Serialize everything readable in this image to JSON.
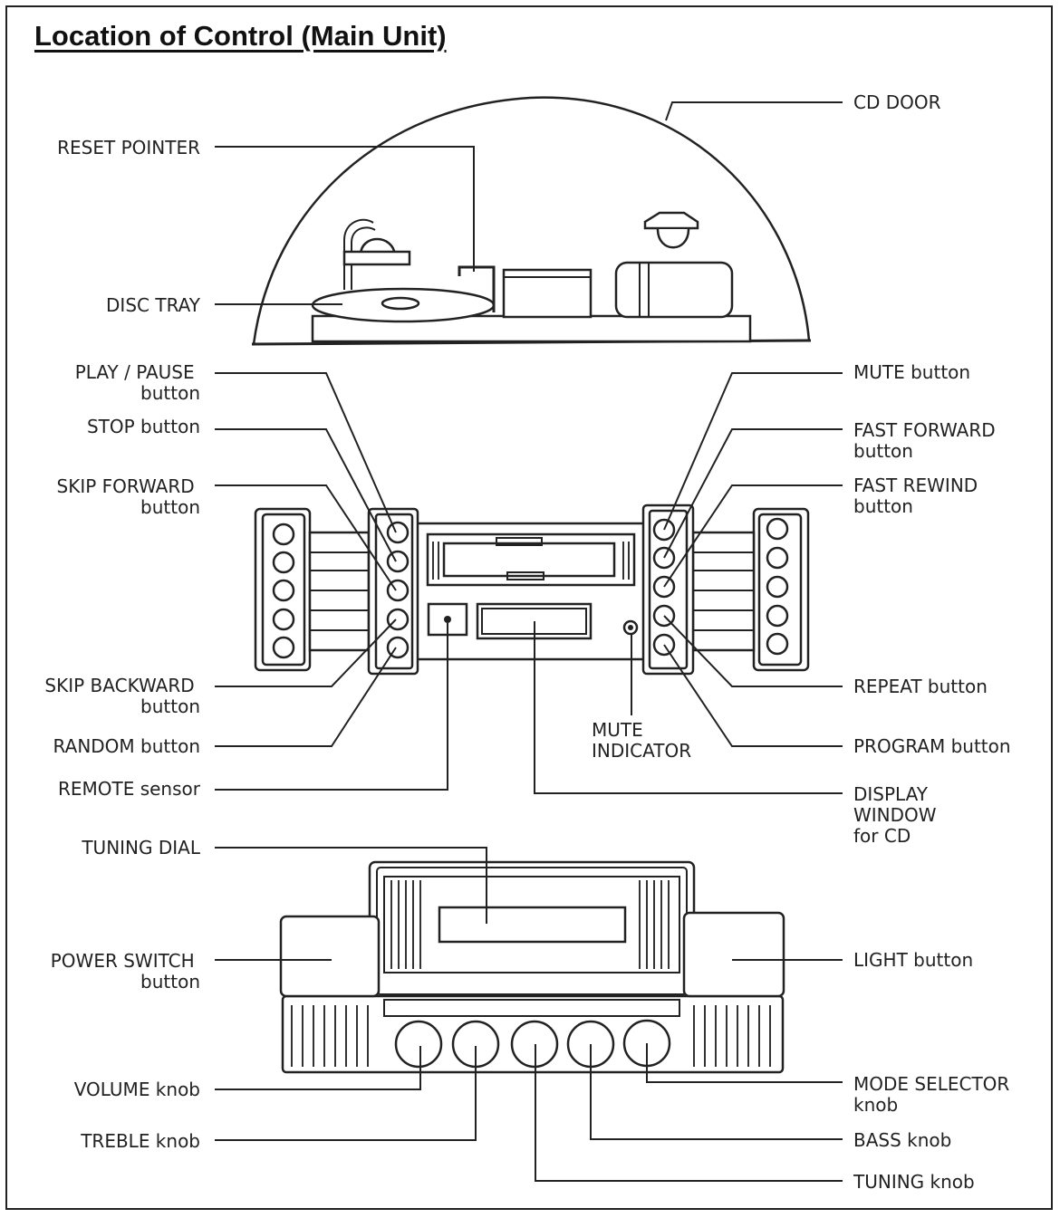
{
  "title": "Location of Control (Main Unit)",
  "labels_left": {
    "reset_pointer": [
      "RESET POINTER"
    ],
    "disc_tray": [
      "DISC TRAY"
    ],
    "play_pause": [
      "PLAY / PAUSE",
      "button"
    ],
    "stop": [
      "STOP button"
    ],
    "skip_forward": [
      "SKIP FORWARD",
      "button"
    ],
    "skip_backward": [
      "SKIP BACKWARD",
      "button"
    ],
    "random": [
      "RANDOM button"
    ],
    "remote_sensor": [
      "REMOTE sensor"
    ],
    "tuning_dial": [
      "TUNING DIAL"
    ],
    "power_switch": [
      "POWER SWITCH",
      "button"
    ],
    "volume": [
      "VOLUME knob"
    ],
    "treble": [
      "TREBLE knob"
    ]
  },
  "labels_right": {
    "cd_door": [
      "CD DOOR"
    ],
    "mute_button": [
      "MUTE button"
    ],
    "fast_forward": [
      "FAST FORWARD",
      "button"
    ],
    "fast_rewind": [
      "FAST REWIND",
      "button"
    ],
    "repeat": [
      "REPEAT button"
    ],
    "program": [
      "PROGRAM button"
    ],
    "display_window": [
      "DISPLAY",
      "WINDOW",
      "for CD"
    ],
    "light": [
      "LIGHT button"
    ],
    "mode_selector": [
      "MODE SELECTOR",
      "knob"
    ],
    "bass": [
      "BASS knob"
    ],
    "tuning_knob": [
      "TUNING knob"
    ]
  },
  "labels_center": {
    "mute_indicator": [
      "MUTE",
      "INDICATOR"
    ]
  }
}
